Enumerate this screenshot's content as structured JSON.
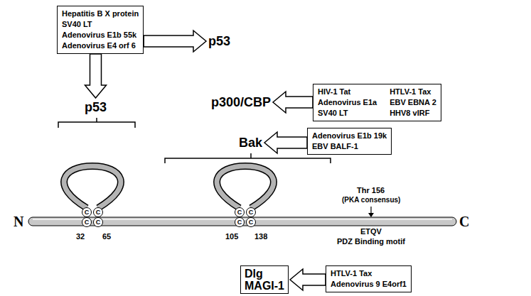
{
  "diagram": {
    "nodes": [
      {
        "text": [
          "Hepatitis B X protein",
          "SV40 LT",
          "Adenovirus E1b 55k",
          "Adenovirus E4 orf 6"
        ]
      },
      {
        "text": [
          "p53"
        ]
      },
      {
        "text": [
          "p300/CBP"
        ]
      },
      {
        "text": [
          "HIV-1 Tat",
          "Adenovirus E1a",
          "SV40 LT",
          "HTLV-1 Tax",
          "EBV EBNA 2",
          "HHV8 vIRF"
        ]
      },
      {
        "text": [
          "p53"
        ]
      },
      {
        "text": [
          "Bak"
        ]
      },
      {
        "text": [
          "Adenovirus E1b 19k",
          "EBV BALF-1"
        ]
      },
      {
        "text": [
          "Dlg",
          "MAGI-1"
        ]
      },
      {
        "text": [
          "HTLV-1 Tax",
          "Adenovirus 9 E4orf1"
        ]
      }
    ],
    "edges": [
      {
        "from": 0,
        "to": 1,
        "arrow": "to"
      },
      {
        "from": 0,
        "to": 4,
        "arrow": "to"
      },
      {
        "from": 3,
        "to": 2,
        "arrow": "to"
      },
      {
        "from": 6,
        "to": 5,
        "arrow": "to"
      },
      {
        "from": 8,
        "to": 7,
        "arrow": "to"
      }
    ],
    "labels": [
      "Thr 156",
      "(PKA consensus)",
      "C",
      "C",
      "C",
      "C",
      "N",
      "C",
      "C",
      "C",
      "C",
      "C",
      "32",
      "65",
      "105",
      "138",
      "ETQV",
      "PDZ Binding motif"
    ]
  }
}
